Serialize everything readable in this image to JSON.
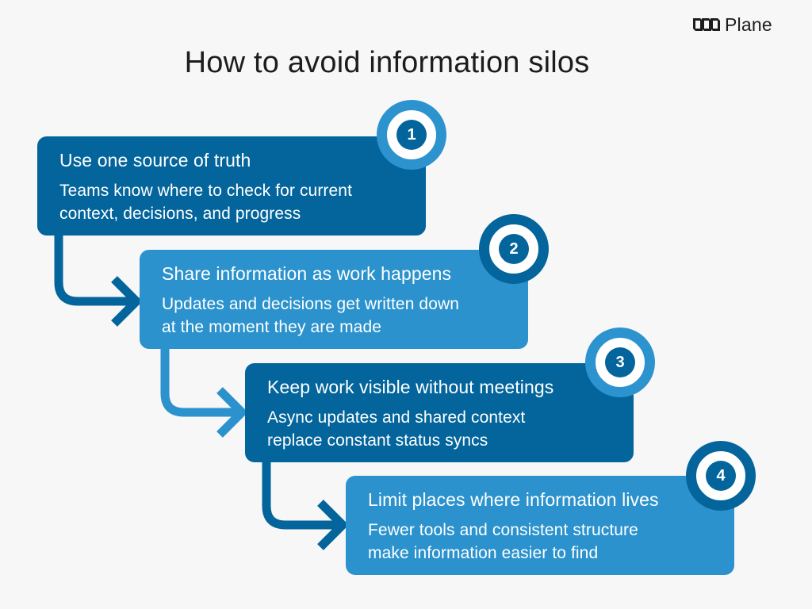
{
  "brand": {
    "logo_icon": "plane-logo-icon",
    "name": "Plane"
  },
  "title": "How to avoid information silos",
  "colors": {
    "background": "#f7f7f8",
    "dark_blue": "#03659c",
    "light_blue": "#2b92cd",
    "text_dark": "#1d1d1d",
    "text_light": "#ffffff"
  },
  "steps": [
    {
      "number": "1",
      "title": "Use one source of truth",
      "description_line1": "Teams know where to check for current",
      "description_line2": "context, decisions, and progress",
      "style": "dark"
    },
    {
      "number": "2",
      "title": "Share information as work happens",
      "description_line1": "Updates and decisions get written down",
      "description_line2": "at the moment they are made",
      "style": "light"
    },
    {
      "number": "3",
      "title": "Keep work visible without meetings",
      "description_line1": "Async updates and shared context",
      "description_line2": "replace constant status syncs",
      "style": "dark"
    },
    {
      "number": "4",
      "title": "Limit places where information lives",
      "description_line1": "Fewer tools and consistent structure",
      "description_line2": "make information easier to find",
      "style": "light"
    }
  ]
}
